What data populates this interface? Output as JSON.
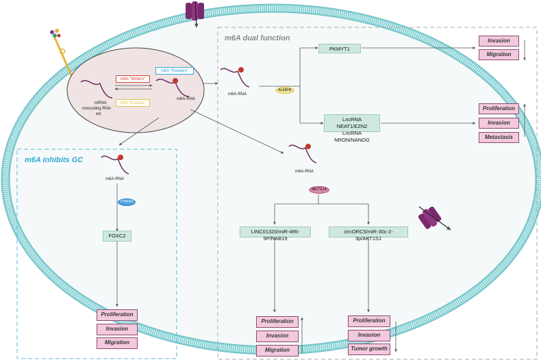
{
  "colors": {
    "membrane": "#7fcfd3",
    "cell_fill": "#f3f7f7",
    "nucleus_fill": "#efe3e4",
    "rna_strand": "#6b2a5a",
    "m6a_dot": "#c0392b",
    "inhibits_accent": "#3ab0d8",
    "dual_accent": "#8a8a8a",
    "green_box": "#cfe9e1",
    "pink_box": "#f3c9dd"
  },
  "nucleus": {
    "writers_label": "m6A \"Writers\"",
    "erasers_label": "m6A \"Erasers\"",
    "readers_label": "m6A \"Readers\"",
    "rna_types": [
      "mRNA",
      "noncoding RNA",
      "etc"
    ],
    "m6a_rna_label": "m6A-RNA"
  },
  "inhibits_section": {
    "title": "m6A inhibits GC",
    "m6a_rna_label": "m6A-RNA",
    "enzyme": "YTHDF2",
    "target": "FOXC2",
    "outcomes": [
      "Proliferation",
      "Invasion",
      "Migration"
    ]
  },
  "dual_section": {
    "title": "m6A dual function",
    "top_rna_label": "m6A-RNA",
    "top_enzyme": "ALKBH5",
    "branch1_target": "PKMYT1",
    "branch1_outcomes": [
      "Invasion",
      "Migration"
    ],
    "branch2_target_lines": [
      "LncRNA NEAT1/EZN2",
      "LncRNA NRON/NANOG"
    ],
    "branch2_outcomes": [
      "Proliferation",
      "Invasion",
      "Metastasis"
    ],
    "mid_rna_label": "m6A-RNA",
    "mid_enzyme": "METTL14",
    "branch3_target": "LINC01320/miR-495-5P/RAB19",
    "branch3_outcomes": [
      "Proliferation",
      "Invasion",
      "Migration"
    ],
    "branch4_target": "circORC5/miR-30c-2-3p/AKT1S1",
    "branch4_outcomes": [
      "Proliferation",
      "Invasion",
      "Tumor growth"
    ]
  }
}
